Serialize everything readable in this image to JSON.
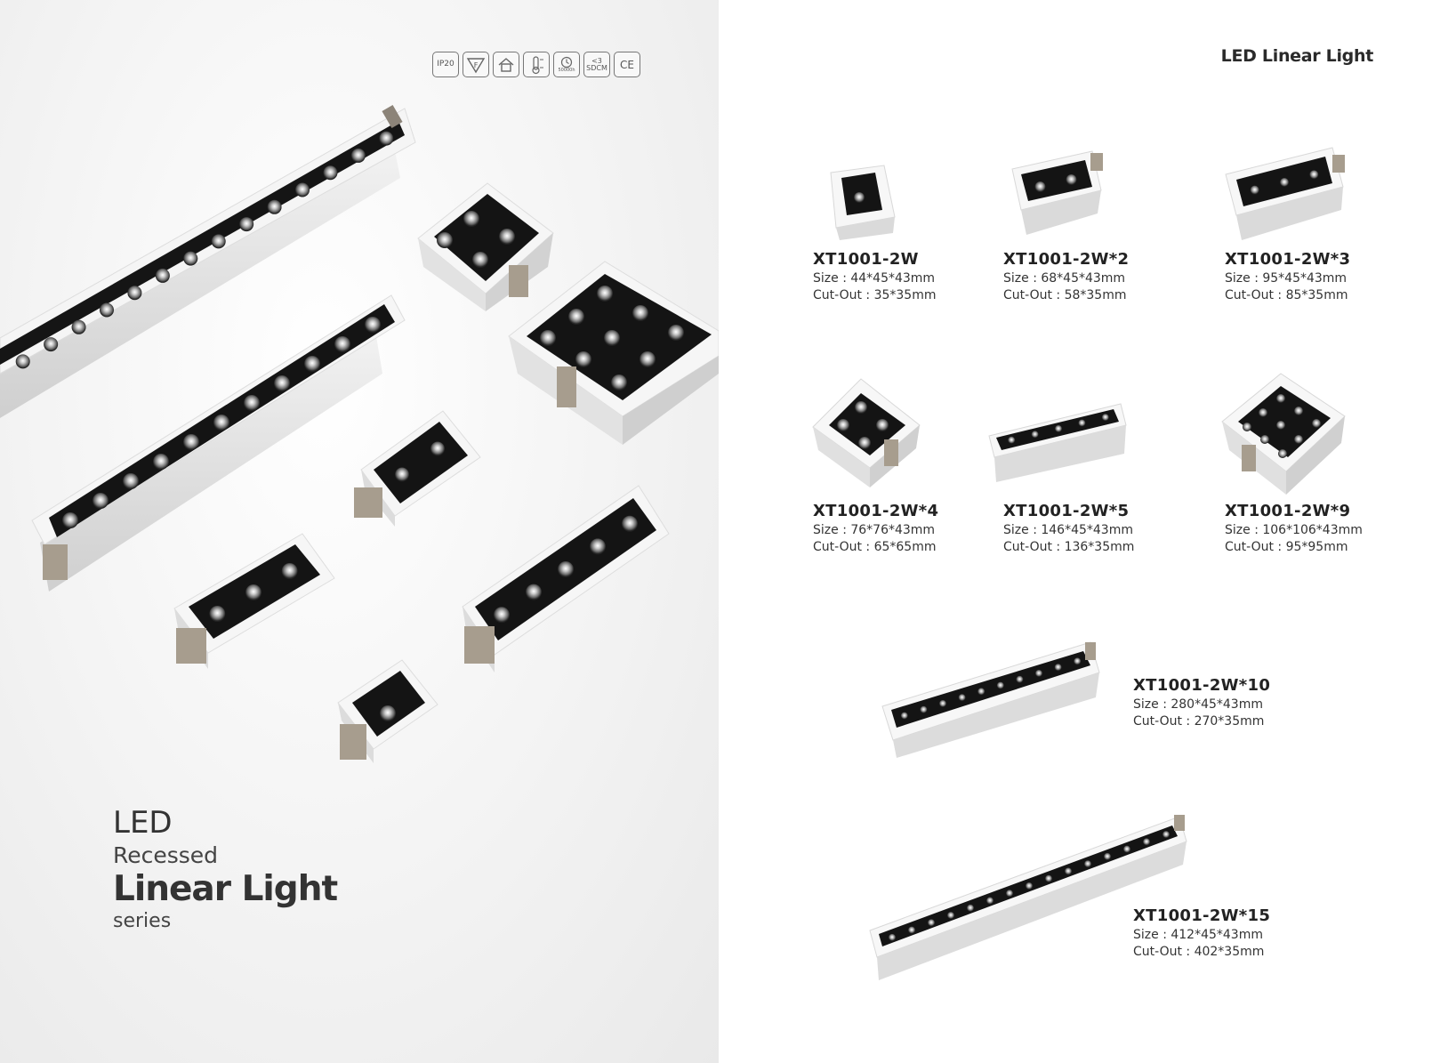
{
  "cover": {
    "certifications": [
      {
        "name": "ip20-badge",
        "text": "IP20"
      },
      {
        "name": "f-mark-icon",
        "text": ""
      },
      {
        "name": "indoor-use-icon",
        "text": ""
      },
      {
        "name": "temperature-range-icon",
        "text": ""
      },
      {
        "name": "lifetime-50000h-icon",
        "text": "50000h"
      },
      {
        "name": "sdcm-badge",
        "text": "<3 SDCM"
      },
      {
        "name": "ce-mark-icon",
        "text": "CE"
      }
    ],
    "title_line1": "LED",
    "title_line2": "Recessed",
    "title_line3": "Linear Light",
    "title_line4": "series"
  },
  "header": {
    "title": "LED Linear Light"
  },
  "size_label": "Size",
  "cutout_label": "Cut-Out",
  "products": [
    {
      "model": "XT1001-2W",
      "size": "Size : 44*45*43mm",
      "cutout": "Cut-Out : 35*35mm"
    },
    {
      "model": "XT1001-2W*2",
      "size": "Size : 68*45*43mm",
      "cutout": "Cut-Out : 58*35mm"
    },
    {
      "model": "XT1001-2W*3",
      "size": "Size : 95*45*43mm",
      "cutout": "Cut-Out : 85*35mm"
    },
    {
      "model": "XT1001-2W*4",
      "size": "Size : 76*76*43mm",
      "cutout": "Cut-Out : 65*65mm"
    },
    {
      "model": "XT1001-2W*5",
      "size": "Size : 146*45*43mm",
      "cutout": "Cut-Out : 136*35mm"
    },
    {
      "model": "XT1001-2W*9",
      "size": "Size : 106*106*43mm",
      "cutout": "Cut-Out : 95*95mm"
    },
    {
      "model": "XT1001-2W*10",
      "size": "Size : 280*45*43mm",
      "cutout": "Cut-Out : 270*35mm"
    },
    {
      "model": "XT1001-2W*15",
      "size": "Size : 412*45*43mm",
      "cutout": "Cut-Out : 402*35mm"
    }
  ]
}
